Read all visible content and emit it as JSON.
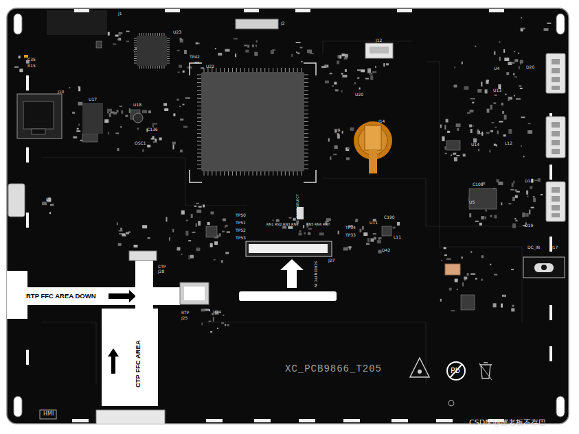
{
  "diagram": {
    "nodes": [
      {
        "text": [
          "RTP FFC AREA DOWN"
        ]
      },
      {
        "text": [
          "CTP FFC AREA"
        ]
      }
    ],
    "labels": [
      "XC_PCB9866_T205",
      "SCREEN FFC IN",
      "BOOT SELECT",
      "J27",
      "CTP",
      "J28",
      "RTP",
      "J25",
      "J14",
      "J10",
      "DC_IN",
      "J17",
      "U22",
      "TP42",
      "U23",
      "J2",
      "J12",
      "U9",
      "U17",
      "U18",
      "OSC1",
      "U11",
      "C190",
      "L11",
      "D42",
      "U5",
      "U4",
      "U13",
      "U14",
      "U20",
      "U24",
      "TP50",
      "TP51",
      "TP52",
      "TP53",
      "TP34",
      "TP33",
      "RN1",
      "RN2",
      "RN3",
      "RN4",
      "RN5",
      "RN6",
      "RN7",
      "L8",
      "HMI",
      "C35",
      "R15",
      "J1",
      "L12",
      "D18",
      "D19",
      "D20",
      "C108",
      "C136",
      "Pb",
      "CSDN @蟹老板不存巴"
    ]
  }
}
